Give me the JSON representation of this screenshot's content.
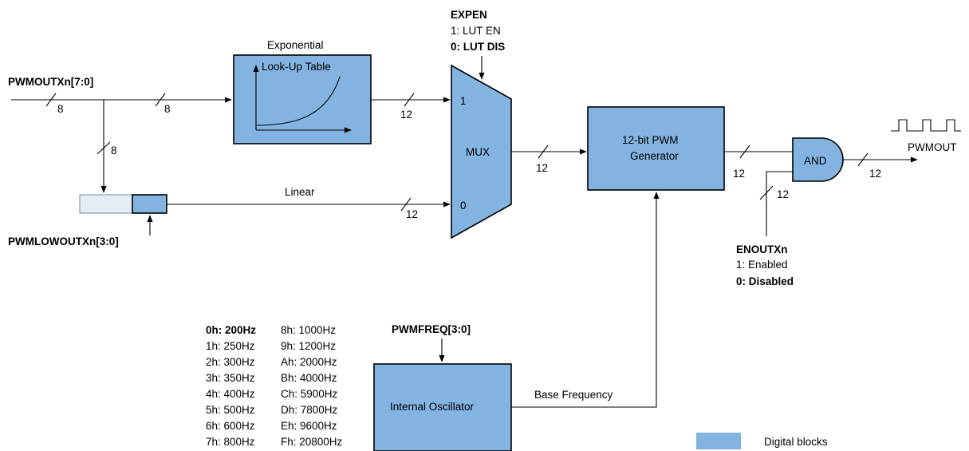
{
  "colors": {
    "digital_block": "#83b3e1",
    "register_bg": "#e6ecf3",
    "line": "#000000"
  },
  "lut": {
    "title": "Exponential",
    "label": "Look-Up Table"
  },
  "mux": {
    "label": "MUX",
    "in1": "1",
    "in0": "0"
  },
  "expen": {
    "title": "EXPEN",
    "opt1": "1: LUT EN",
    "opt0": "0: LUT DIS"
  },
  "pwm_gen": {
    "line1": "12-bit PWM",
    "line2": "Generator"
  },
  "and_gate": {
    "label": "AND"
  },
  "osc": {
    "label": "Internal Oscillator",
    "base_freq": "Base Frequency"
  },
  "signals": {
    "pwmout_in": "PWMOUTXn[7:0]",
    "pwmlowout": "PWMLOWOUTXn[3:0]",
    "linear": "Linear",
    "pwmfreq": "PWMFREQ[3:0]",
    "pwmout": "PWMOUT",
    "enoutx": "ENOUTXn",
    "en1": "1: Enabled",
    "en0": "0: Disabled"
  },
  "bus_widths": {
    "in_a": "8",
    "in_b": "8",
    "down": "8",
    "lut_out": "12",
    "linear": "12",
    "mux_out": "12",
    "gen_out": "12",
    "en_in": "12",
    "and_out": "12"
  },
  "freq_table": {
    "left": [
      "0h: 200Hz",
      "1h: 250Hz",
      "2h: 300Hz",
      "3h: 350Hz",
      "4h: 400Hz",
      "5h: 500Hz",
      "6h: 600Hz",
      "7h: 800Hz"
    ],
    "right": [
      "8h: 1000Hz",
      "9h: 1200Hz",
      "Ah: 2000Hz",
      "Bh: 4000Hz",
      "Ch: 5900Hz",
      "Dh: 7800Hz",
      "Eh: 9600Hz",
      "Fh: 20800Hz"
    ]
  },
  "legend": {
    "label": "Digital blocks"
  }
}
